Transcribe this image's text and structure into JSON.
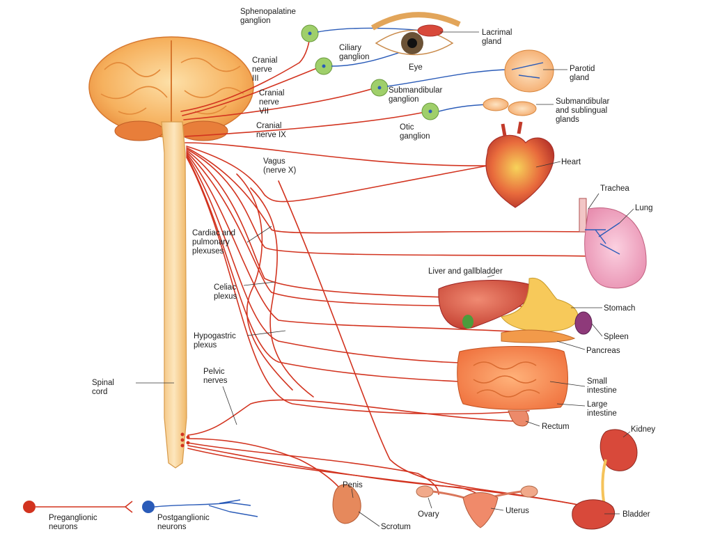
{
  "labels": {
    "sphenopalatine": [
      "Sphenopalatine",
      "ganglion"
    ],
    "lacrimal": [
      "Lacrimal",
      "gland"
    ],
    "ciliary": [
      "Ciliary",
      "ganglion"
    ],
    "eye": "Eye",
    "cranial3": [
      "Cranial",
      "nerve",
      "III"
    ],
    "cranial7": [
      "Cranial",
      "nerve",
      "VII"
    ],
    "cranial9": [
      "Cranial",
      "nerve IX"
    ],
    "parotid": [
      "Parotid",
      "gland"
    ],
    "submandibular_ganglion": [
      "Submandibular",
      "ganglion"
    ],
    "submandibular_glands": [
      "Submandibular",
      "and sublingual",
      "glands"
    ],
    "otic": [
      "Otic",
      "ganglion"
    ],
    "vagus": [
      "Vagus",
      "(nerve X)"
    ],
    "heart": "Heart",
    "trachea": "Trachea",
    "lung": "Lung",
    "cardiac": [
      "Cardiac and",
      "pulmonary",
      "plexuses"
    ],
    "liver": "Liver and gallbladder",
    "stomach": "Stomach",
    "celiac": [
      "Celiac",
      "plexus"
    ],
    "spleen": "Spleen",
    "pancreas": "Pancreas",
    "hypogastric": [
      "Hypogastric",
      "plexus"
    ],
    "pelvic": [
      "Pelvic",
      "nerves"
    ],
    "spinal": [
      "Spinal",
      "cord"
    ],
    "small_intestine": [
      "Small",
      "intestine"
    ],
    "large_intestine": [
      "Large",
      "intestine"
    ],
    "rectum": "Rectum",
    "kidney": "Kidney",
    "penis": "Penis",
    "scrotum": "Scrotum",
    "ovary": "Ovary",
    "uterus": "Uterus",
    "bladder": "Bladder"
  },
  "legend": {
    "preganglionic": [
      "Preganglionic",
      "neurons"
    ],
    "postganglionic": [
      "Postganglionic",
      "neurons"
    ]
  },
  "colors": {
    "preganglionic": "#d2331f",
    "postganglionic": "#2a5bb8",
    "ganglion": "#9fcf6a",
    "brain": "#f6b15e",
    "spinal_cord": "#f8d49a"
  }
}
